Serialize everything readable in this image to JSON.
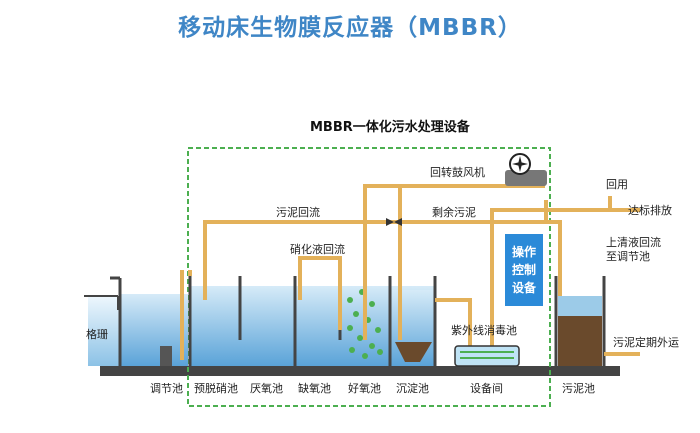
{
  "title": "移动床生物膜反应器（MBBR）",
  "system_box_label": "MBBR一体化污水处理设备",
  "pipe_labels": {
    "return_blower": "回转鼓风机",
    "sludge_return": "污泥回流",
    "excess_sludge": "剩余污泥",
    "nitrate_return": "硝化液回流",
    "recycle": "回用",
    "discharge": "达标排放",
    "supernatant_return": [
      "上清液回流",
      "至调节池"
    ],
    "sludge_outbound": "污泥定期外运",
    "uv_disinfection": "紫外线消毒池",
    "grille": "格珊"
  },
  "control_panel": [
    "操作",
    "控制",
    "设备"
  ],
  "tank_labels": [
    "调节池",
    "预脱硝池",
    "厌氧池",
    "缺氧池",
    "好氧池",
    "沉淀池",
    "设备间",
    "污泥池"
  ],
  "colors": {
    "title": "#3f86c6",
    "water": "#9ccbe8",
    "pipe": "#e3b15a",
    "box_border": "#4caf50",
    "panel": "#2b8ad8",
    "sludge": "#6a4a2c"
  }
}
